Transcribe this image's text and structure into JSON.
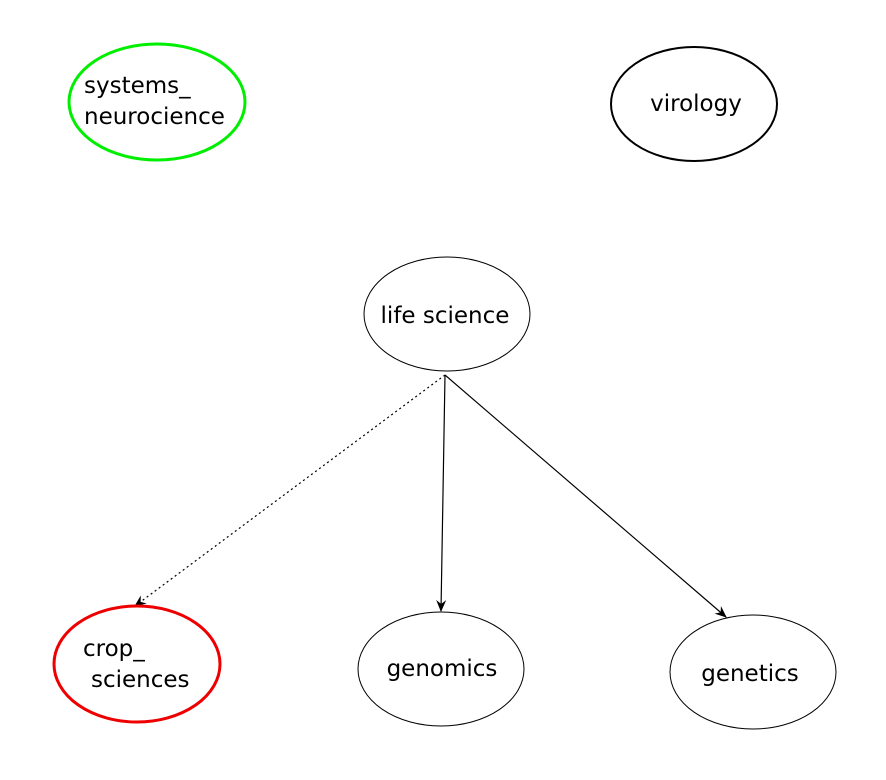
{
  "diagram": {
    "nodes": {
      "systems_neurocience": {
        "line1": "systems_",
        "line2": "neurocience",
        "border_color": "#00ee00"
      },
      "virology": {
        "label": "virology",
        "border_color": "#000000"
      },
      "life_science": {
        "label": "life science",
        "border_color": "#000000"
      },
      "crop_sciences": {
        "line1": "crop_",
        "line2": "sciences",
        "border_color": "#ee0000"
      },
      "genomics": {
        "label": "genomics",
        "border_color": "#000000"
      },
      "genetics": {
        "label": "genetics",
        "border_color": "#000000"
      }
    },
    "edges": [
      {
        "from": "life science",
        "to": "crop_sciences",
        "style": "dotted"
      },
      {
        "from": "life science",
        "to": "genomics",
        "style": "solid"
      },
      {
        "from": "life science",
        "to": "genetics",
        "style": "solid"
      }
    ]
  }
}
